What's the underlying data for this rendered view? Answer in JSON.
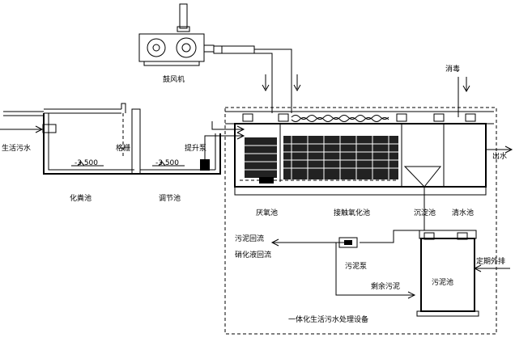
{
  "labels": {
    "blower": "鼓风机",
    "disinfection": "消毒",
    "domestic_sewage": "生活污水",
    "grille": "格栅",
    "lift_pump": "提升泵",
    "outlet_water": "出水",
    "level_septic": "-3.500",
    "level_regulating": "-3.500",
    "septic_tank": "化粪池",
    "regulating_tank": "调节池",
    "anaerobic_tank": "厌氧池",
    "contact_oxidation_tank": "接触氧化池",
    "sedimentation_tank": "沉淀池",
    "clear_water_tank": "清水池",
    "sludge_return": "污泥回流",
    "nitrate_return": "硝化液回流",
    "sludge_pump": "污泥泵",
    "excess_sludge": "剩余污泥",
    "sludge_tank": "污泥池",
    "periodic_discharge": "定期外排",
    "equipment_title": "一体化生活污水处理设备"
  }
}
